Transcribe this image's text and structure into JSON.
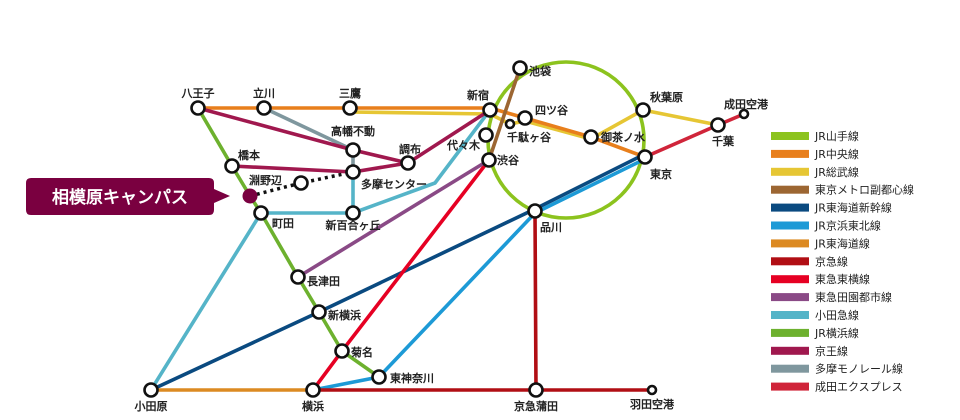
{
  "callout": {
    "label": "相模原キャンパス",
    "color": "#7a0040"
  },
  "stations": {
    "hachioji": "八王子",
    "tachikawa": "立川",
    "mitaka": "三鷹",
    "shinjuku": "新宿",
    "takahatafudo": "高幡不動",
    "chofu": "調布",
    "hashimoto": "橋本",
    "tamacenter": "多摩センター",
    "fuchinobe": "淵野辺",
    "machida": "町田",
    "shinyurigaoka": "新百合ヶ丘",
    "yoyogi": "代々木",
    "shibuya": "渋谷",
    "ikebukuro": "池袋",
    "yotsuya": "四ツ谷",
    "sendagaya": "千駄ヶ谷",
    "ochanomizu": "御茶ノ水",
    "akihabara": "秋葉原",
    "tokyo": "東京",
    "chiba": "千葉",
    "narita": "成田空港",
    "shinagawa": "品川",
    "nagatsuta": "長津田",
    "shinyokohama": "新横浜",
    "kikuna": "菊名",
    "higashikanagawa": "東神奈川",
    "odawara": "小田原",
    "yokohama": "横浜",
    "keikyukamata": "京急蒲田",
    "haneda": "羽田空港"
  },
  "legend": [
    {
      "label": "JR山手線",
      "color": "#8cc31e"
    },
    {
      "label": "JR中央線",
      "color": "#e87f1c"
    },
    {
      "label": "JR総武線",
      "color": "#e6c634"
    },
    {
      "label": "東京メトロ副都心線",
      "color": "#9c6632"
    },
    {
      "label": "JR東海道新幹線",
      "color": "#0a4a80"
    },
    {
      "label": "JR京浜東北線",
      "color": "#1d9ad6"
    },
    {
      "label": "JR東海道線",
      "color": "#dc8a22"
    },
    {
      "label": "京急線",
      "color": "#b10e14"
    },
    {
      "label": "東急東横線",
      "color": "#e60023"
    },
    {
      "label": "東急田園都市線",
      "color": "#8a4a86"
    },
    {
      "label": "小田急線",
      "color": "#55b4c8"
    },
    {
      "label": "JR横浜線",
      "color": "#6db12e"
    },
    {
      "label": "京王線",
      "color": "#a0184e"
    },
    {
      "label": "多摩モノレール線",
      "color": "#7f979e"
    },
    {
      "label": "成田エクスプレス",
      "color": "#d0253a"
    }
  ]
}
